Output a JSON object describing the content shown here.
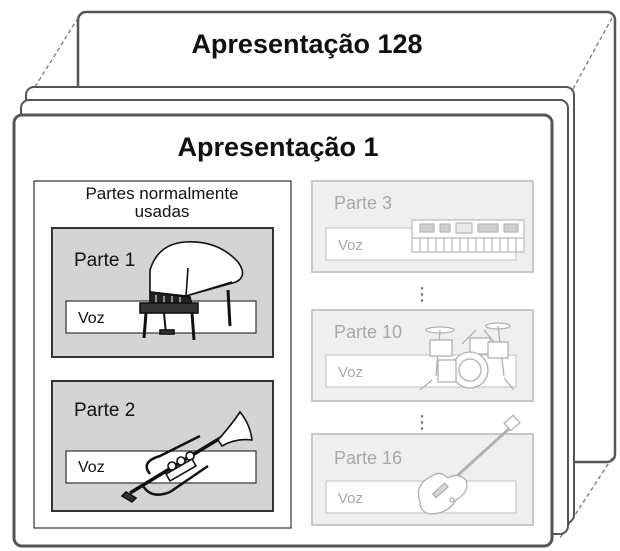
{
  "back_card": {
    "title": "Apresentação 128"
  },
  "front_card": {
    "title": "Apresentação 1"
  },
  "common_parts": {
    "heading_line1": "Partes normalmente",
    "heading_line2": "usadas",
    "parts": [
      {
        "name": "Parte 1",
        "voice": "Voz",
        "icon": "grand-piano-icon"
      },
      {
        "name": "Parte 2",
        "voice": "Voz",
        "icon": "trumpet-icon"
      }
    ]
  },
  "other_parts": [
    {
      "name": "Parte 3",
      "voice": "Voz",
      "icon": "keyboard-synth-icon"
    },
    {
      "name": "Parte 10",
      "voice": "Voz",
      "icon": "drum-kit-icon"
    },
    {
      "name": "Parte 16",
      "voice": "Voz",
      "icon": "electric-bass-icon"
    }
  ],
  "ellipsis": "⋮",
  "colors": {
    "card_border": "#555555",
    "part_fill": "#d4d4d4",
    "faded_border": "#c8c8c8",
    "faded_fill": "#efefef",
    "faded_text": "#a8a8a8"
  }
}
